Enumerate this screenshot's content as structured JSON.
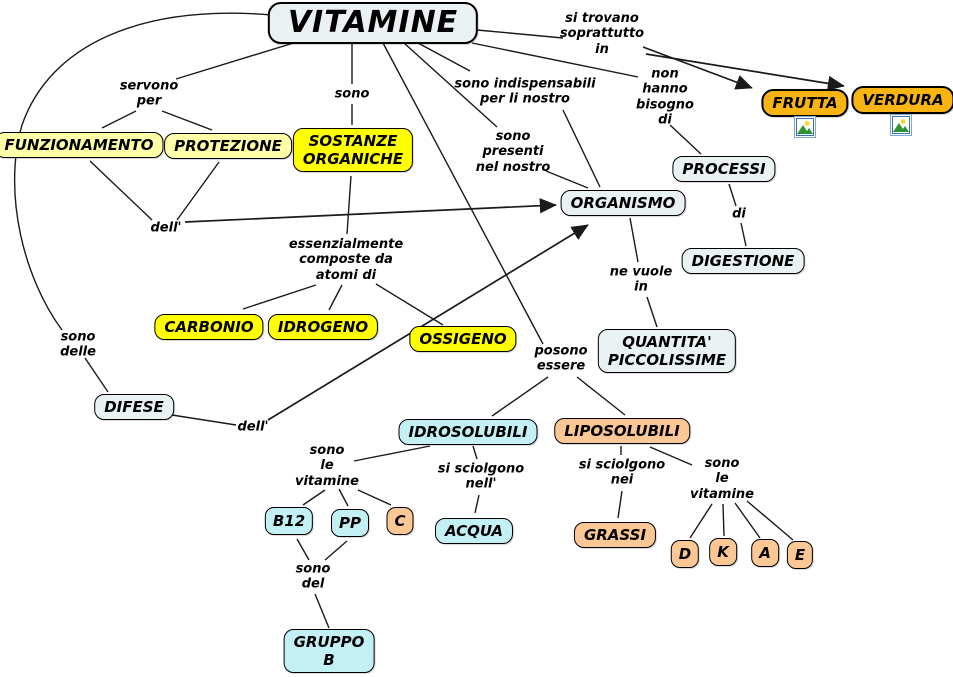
{
  "map": {
    "nodes": {
      "vitamine": "VITAMINE",
      "funzionamento": "FUNZIONAMENTO",
      "protezione": "PROTEZIONE",
      "sostanze_organiche": "SOSTANZE\nORGANICHE",
      "frutta": "FRUTTA",
      "verdura": "VERDURA",
      "processi": "PROCESSI",
      "organismo": "ORGANISMO",
      "digestione": "DIGESTIONE",
      "carbonio": "CARBONIO",
      "idrogeno": "IDROGENO",
      "ossigeno": "OSSIGENO",
      "quantita_piccolissime": "QUANTITA'\nPICCOLISSIME",
      "difese": "DIFESE",
      "idrosolubili": "IDROSOLUBILI",
      "liposolubili": "LIPOSOLUBILI",
      "b12": "B12",
      "pp": "PP",
      "c": "C",
      "acqua": "ACQUA",
      "grassi": "GRASSI",
      "d": "D",
      "k": "K",
      "a": "A",
      "e": "E",
      "gruppo_b": "GRUPPO\nB"
    },
    "phrases": {
      "si_trovano": "si trovano\nsoprattutto\nin",
      "servono_per": "servono\nper",
      "sono_1": "sono",
      "sono_indispensabili": "sono indispensabili\nper li nostro",
      "non_hanno": "non\nhanno\nbisogno\ndi",
      "sono_presenti": "sono\npresenti\nnel nostro",
      "dell_1": "dell'",
      "essenzialmente": "essenzialmente\ncomposte da\natomi di",
      "di": "di",
      "ne_vuole": "ne vuole\nin",
      "sono_delle": "sono\ndelle",
      "posono_essere": "posono\nessere",
      "dell_2": "dell'",
      "sono_le_vitamine_1": "sono\nle\nvitamine",
      "si_sciolgono_nell": "si sciolgono\nnell'",
      "si_sciolgono_nei": "si sciolgono\nnei",
      "sono_le_vitamine_2": "sono\nle\nvitamine",
      "sono_del": "sono\ndel"
    },
    "icons": {
      "frutta_image": "image-icon",
      "verdura_image": "image-icon"
    },
    "colors": {
      "node_default": "#EAF1F3",
      "pale_yellow": "#FFFFA8",
      "bright_yellow": "#FFFF00",
      "gold": "#F7B413",
      "cyan": "#C2F0F5",
      "peach": "#FBC795",
      "line": "#1A1A1A"
    }
  }
}
